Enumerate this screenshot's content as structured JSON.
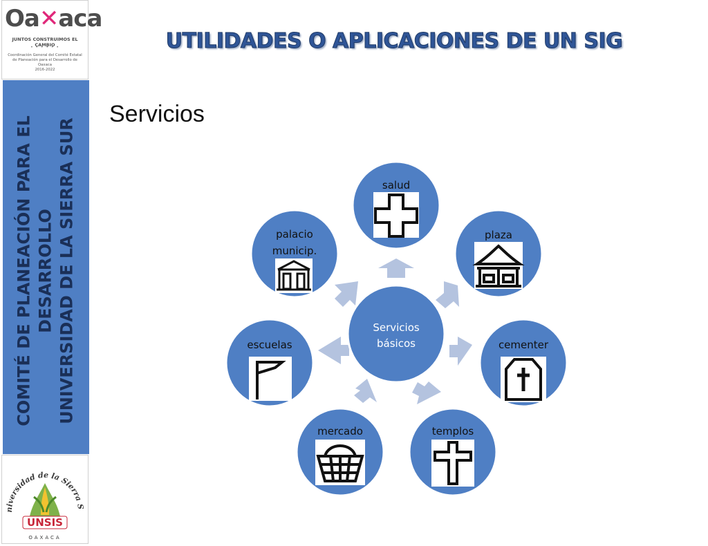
{
  "header": {
    "logo_text": "Oaxaca",
    "logo_slogan": "JUNTOS CONSTRUIMOS EL CAMBIO",
    "logo_coordination": "Coordinación General del Comité Estatal de Planeación para el Desarrollo de Oaxaca",
    "logo_years": "2016-2022",
    "title": "UTILIDADES O APLICACIONES DE UN SIG"
  },
  "sidebar": {
    "line1": "COMITÉ DE PLANEACIÓN PARA EL",
    "line2": "DESARROLLO",
    "line3": "UNIVERSIDAD DE LA SIERRA SUR",
    "bottom_logo_text": "Universidad de la Sierra Sur",
    "bottom_logo_acronym": "UNSIS",
    "bottom_logo_state": "OAXACA"
  },
  "slide": {
    "subtitle": "Servicios"
  },
  "diagram": {
    "center": {
      "line1": "Servicios",
      "line2": "básicos"
    },
    "nodes": [
      {
        "label": "salud",
        "icon": "cross-icon"
      },
      {
        "label": "plaza",
        "icon": "kiosk-icon"
      },
      {
        "label": "cementer",
        "icon": "tombstone-icon"
      },
      {
        "label": "templos",
        "icon": "latin-cross-icon"
      },
      {
        "label": "mercado",
        "icon": "basket-icon"
      },
      {
        "label": "escuelas",
        "icon": "flag-icon"
      },
      {
        "label": "palacio",
        "label2": "municip.",
        "icon": "palace-icon"
      }
    ],
    "colors": {
      "node_fill": "#4f7fc4",
      "node_stroke": "#ffffff",
      "arrow": "#b4c3df"
    }
  }
}
